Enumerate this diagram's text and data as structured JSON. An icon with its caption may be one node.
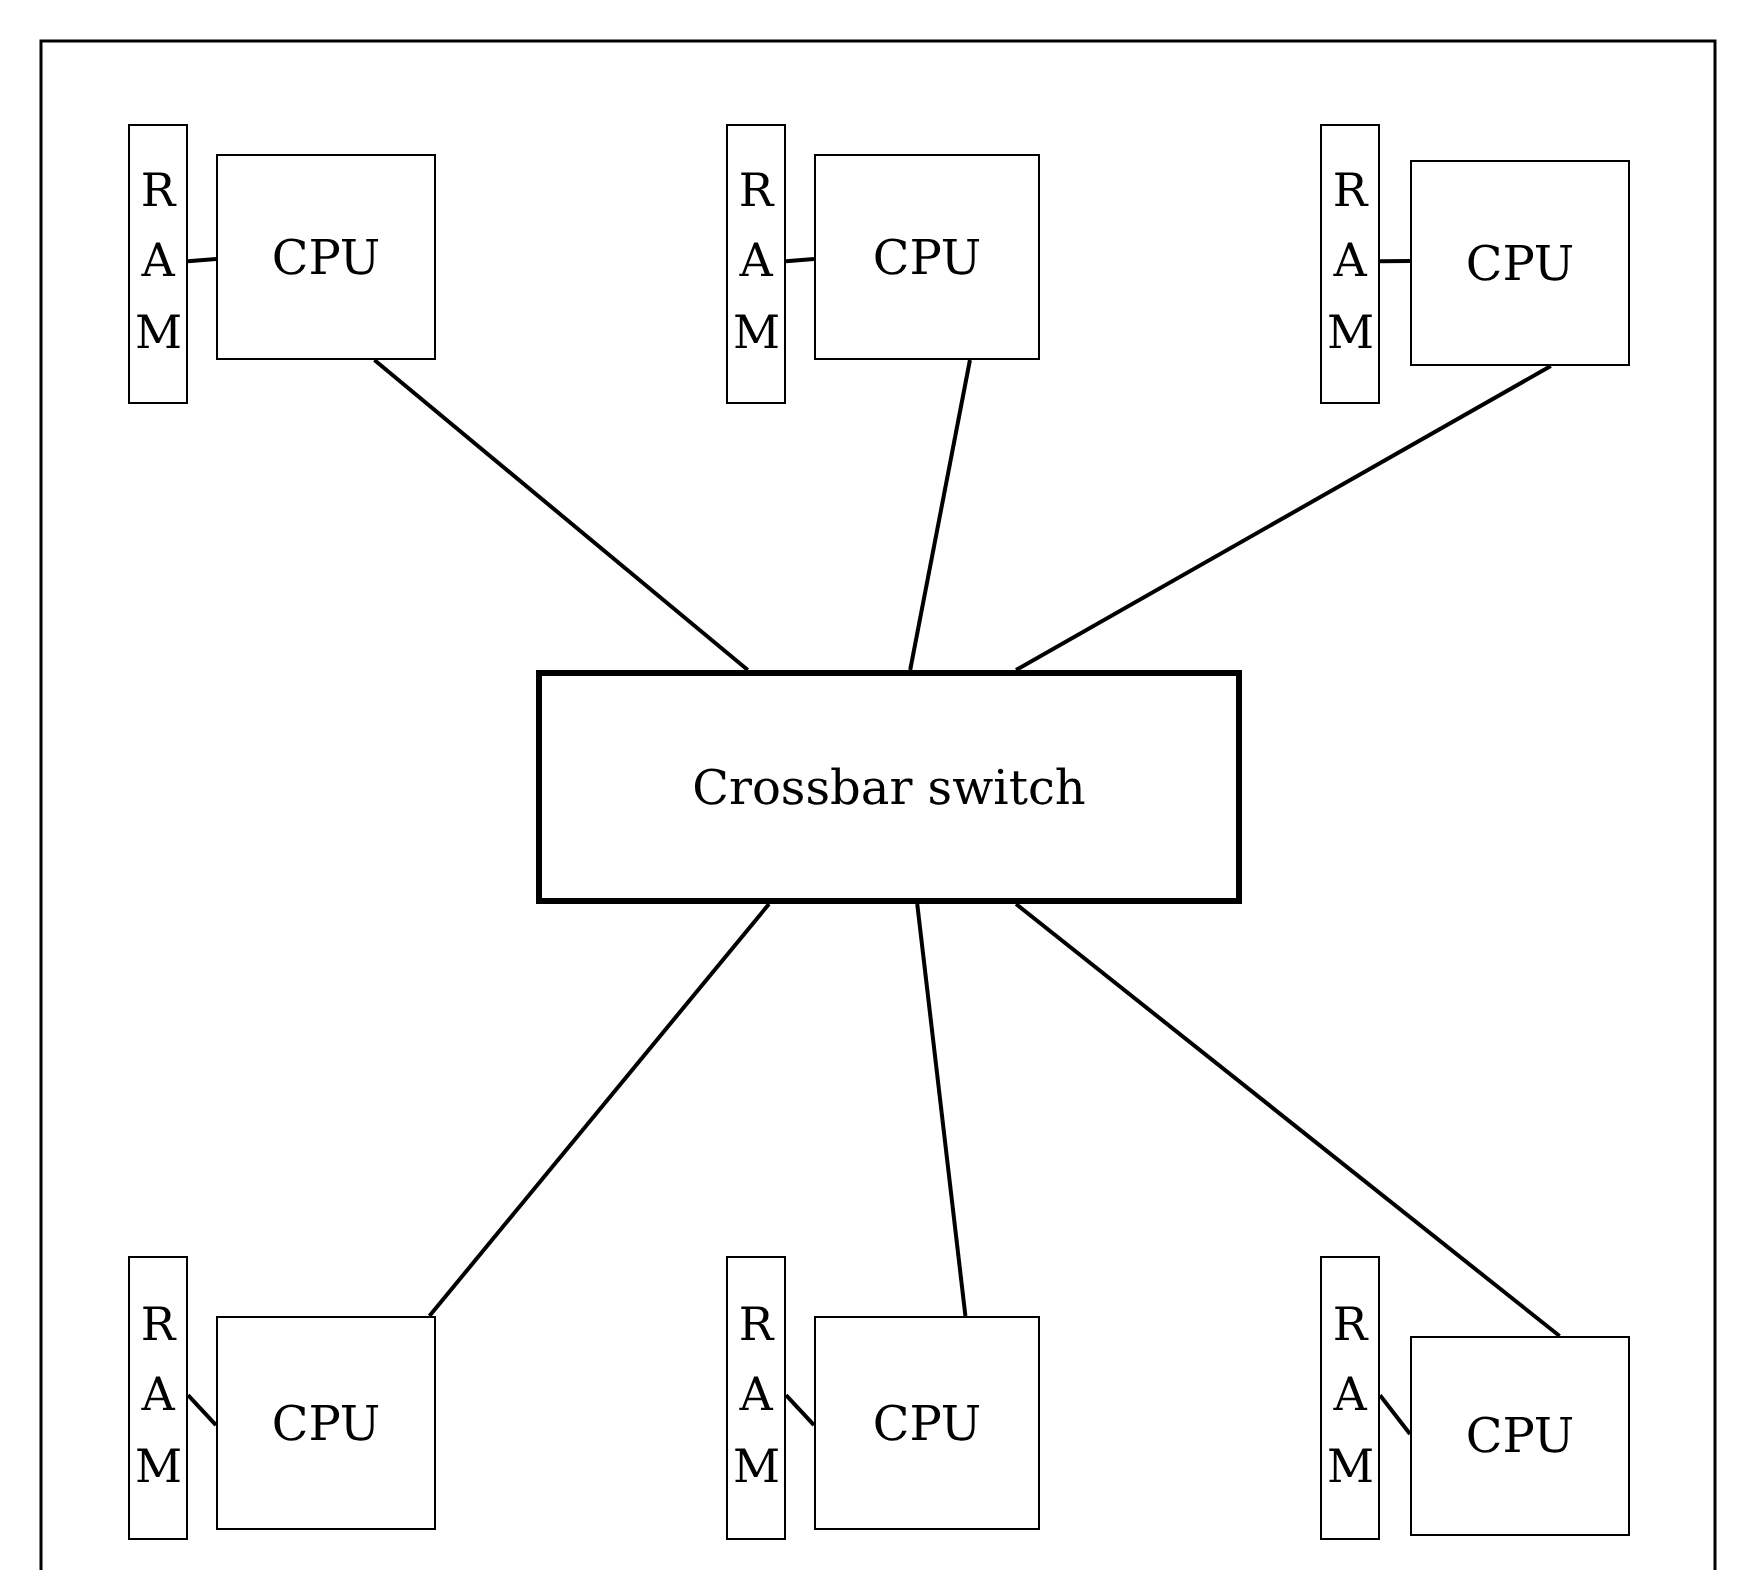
{
  "diagram": {
    "nodes": [
      {
        "text": [
          "RAM"
        ]
      },
      {
        "text": [
          "CPU"
        ]
      },
      {
        "text": [
          "RAM"
        ]
      },
      {
        "text": [
          "CPU"
        ]
      },
      {
        "text": [
          "RAM"
        ]
      },
      {
        "text": [
          "CPU"
        ]
      },
      {
        "text": [
          "Crossbar switch"
        ]
      },
      {
        "text": [
          "RAM"
        ]
      },
      {
        "text": [
          "CPU"
        ]
      },
      {
        "text": [
          "RAM"
        ]
      },
      {
        "text": [
          "CPU"
        ]
      },
      {
        "text": [
          "RAM"
        ]
      },
      {
        "text": [
          "CPU"
        ]
      }
    ],
    "edges": [
      {
        "from": 0,
        "to": 1,
        "arrow": "none"
      },
      {
        "from": 2,
        "to": 3,
        "arrow": "none"
      },
      {
        "from": 4,
        "to": 5,
        "arrow": "none"
      },
      {
        "from": 1,
        "to": 6,
        "arrow": "none"
      },
      {
        "from": 3,
        "to": 6,
        "arrow": "none"
      },
      {
        "from": 5,
        "to": 6,
        "arrow": "none"
      },
      {
        "from": 6,
        "to": 8,
        "arrow": "none"
      },
      {
        "from": 6,
        "to": 10,
        "arrow": "none"
      },
      {
        "from": 6,
        "to": 12,
        "arrow": "none"
      },
      {
        "from": 7,
        "to": 8,
        "arrow": "none"
      },
      {
        "from": 9,
        "to": 10,
        "arrow": "none"
      },
      {
        "from": 11,
        "to": 12,
        "arrow": "none"
      }
    ]
  }
}
